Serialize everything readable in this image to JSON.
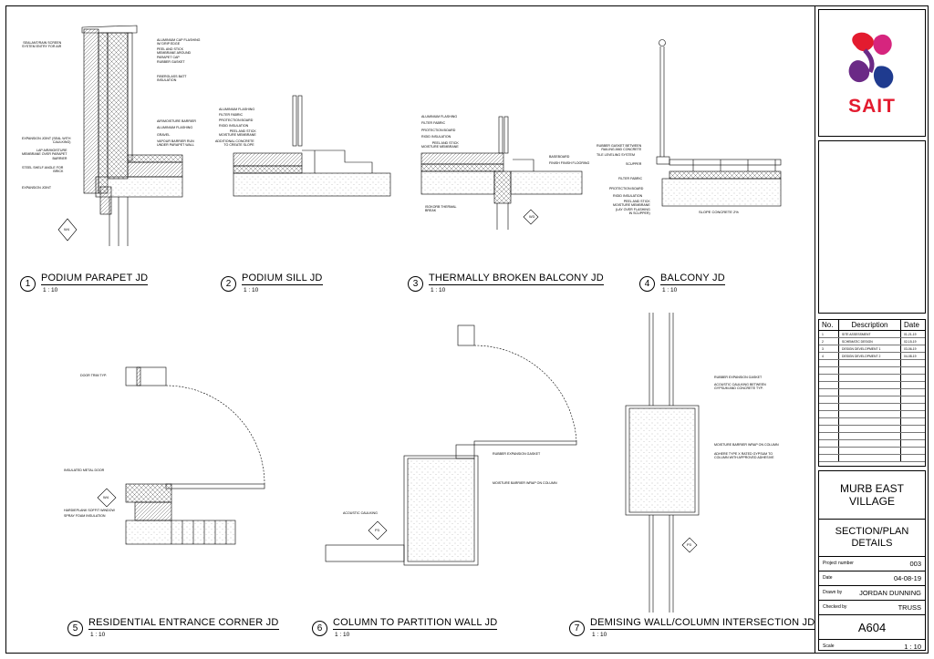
{
  "details": [
    {
      "num": "1",
      "name": "PODIUM PARAPET JD",
      "scale": "1 : 10"
    },
    {
      "num": "2",
      "name": "PODIUM SILL JD",
      "scale": "1 : 10"
    },
    {
      "num": "3",
      "name": "THERMALLY BROKEN BALCONY JD",
      "scale": "1 : 10"
    },
    {
      "num": "4",
      "name": "BALCONY JD",
      "scale": "1 : 10"
    },
    {
      "num": "5",
      "name": "RESIDENTIAL ENTRANCE CORNER JD",
      "scale": "1 : 10"
    },
    {
      "num": "6",
      "name": "COLUMN TO PARTITION WALL JD",
      "scale": "1 : 10"
    },
    {
      "num": "7",
      "name": "DEMISING WALL/COLUMN INTERSECTION JD",
      "scale": "1 : 10"
    }
  ],
  "notes": {
    "d1_left": [
      "SEALANT/RAIN SCREEN\nSYSTEM ENTRY FOR AIR",
      "EXPANSION JOINT (SEAL WITH\nCAULKING)",
      "LAP AIR/MOISTURE\nMEMBRANE OVER PARAPET\nBARRIER",
      "STEEL SHELF ANGLE FOR\nBRICK",
      "EXPANSION JOINT"
    ],
    "d1_right": [
      "ALUMINIUM CAP FLASHING\nW/ DRIP EDGE",
      "PEEL AND STICK\nMEMBRANE AROUND\nPARAPET CAP",
      "RUBBER GASKET",
      "FIBERGLASS BATT\nINSULATION",
      "AIR/MOISTURE BARRIER",
      "ALUMINIUM FLASHING",
      "GRAVEL",
      "VAPOUR BARRIER RUN\nUNDER PARAPET WALL"
    ],
    "d1_tag": "W4",
    "d2": [
      "ALUMINIUM FLASHING",
      "FILTER FABRIC",
      "PROTECTION BOARD",
      "RIGID INSULATION",
      "PEEL AND STICK\nMOISTURE MEMBRANE",
      "ADDITIONAL CONCRETE\nTO CREATE SLOPE"
    ],
    "d3_left": [
      "ALUMINIUM FLASHING",
      "FILTER FABRIC",
      "PROTECTION BOARD",
      "RIGID INSULATION",
      "PEEL AND STICK\nMOISTURE MEMBRANE",
      "ISOKORB THERMAL\nBREAK"
    ],
    "d3_right": [
      "BASEBOARD",
      "FINISH FINISH FLOORING"
    ],
    "d3_tag": "W3",
    "d4_left": [
      "RUBBER GASKET BETWEEN\nRAILING AND CONCRETE",
      "TILE LEVELING SYSTEM",
      "SCUPPER",
      "FILTER FABRIC",
      "PROTECTION BOARD",
      "RIGID INSULATION",
      "PEEL AND STICK\nMOISTURE MEMBRANE\n(LAY OVER FLASHING\nIN SCUPPER)"
    ],
    "d4_bottom": "SLOPE CONCRETE 2%",
    "d5": [
      "DOOR TRIM TYP.",
      "INSULATED METAL DOOR",
      "HARDIEPLANK SOFFIT WINDOW",
      "SPRAY FOAM INSULATION"
    ],
    "d5_tag": "W4",
    "d6": [
      "RUBBER EXPANSION GASKET",
      "MOISTURE BARRIER WRAP ON COLUMN",
      "ACOUSTIC CAULKING"
    ],
    "d6_tag": "P3",
    "d7": [
      "RUBBER EXPANSION GASKET",
      "ACOUSTIC CAULKING BETWEEN\nGYPSUM AND CONCRETE TYP.",
      "MOISTURE BARRIER WRAP ON COLUMN",
      "ADHERE TYPE X RATED GYPSUM TO\nCOLUMN WITH APPROVED ADHESIVE"
    ],
    "d7_tag": "P3"
  },
  "title_block": {
    "logo_text": "SAIT",
    "revisions": {
      "headers": [
        "No.",
        "Description",
        "Date"
      ],
      "rows": [
        [
          "1",
          "SITE ASSESSMENT",
          "01-21-19"
        ],
        [
          "2",
          "SCHEMATIC DESIGN",
          "02-15-19"
        ],
        [
          "3",
          "DESIGN DEVELOPMENT 1",
          "03-06-19"
        ],
        [
          "4",
          "DESIGN DEVELOPMENT 2",
          "04-08-19"
        ]
      ]
    },
    "project_name": "MURB EAST VILLAGE",
    "sheet_title": "SECTION/PLAN DETAILS",
    "info": [
      {
        "label": "Project number",
        "value": "003"
      },
      {
        "label": "Date",
        "value": "04-08-19"
      },
      {
        "label": "Drawn by",
        "value": "JORDAN DUNNING"
      },
      {
        "label": "Checked by",
        "value": "TRUSS"
      }
    ],
    "sheet_number": "A604",
    "scale_label": "Scale",
    "scale_value": "1 : 10"
  },
  "colors": {
    "logo_red": "#e31b2f",
    "logo_purple": "#6b2a86",
    "logo_blue": "#1f3b8f",
    "logo_pink": "#d6257e"
  }
}
